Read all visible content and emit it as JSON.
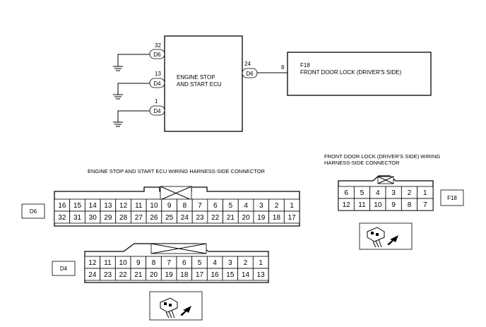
{
  "ecu": {
    "label_line1": "ENGINE STOP",
    "label_line2": "AND START ECU",
    "pins": [
      {
        "pin": "32",
        "connector": "D6"
      },
      {
        "pin": "13",
        "connector": "D4"
      },
      {
        "pin": "1",
        "connector": "D4"
      }
    ],
    "output_pin": "24",
    "output_connector": "D6"
  },
  "door_lock": {
    "code": "F18",
    "name": "FRONT DOOR LOCK (DRIVER'S SIDE)",
    "pin": "8"
  },
  "harness_ecu": {
    "title": "ENGINE STOP AND START ECU WIRING HARNESS-SIDE CONNECTOR"
  },
  "d6_connector": {
    "label": "D6",
    "top_row": [
      "16",
      "15",
      "14",
      "13",
      "12",
      "11",
      "10",
      "9",
      "8",
      "7",
      "6",
      "5",
      "4",
      "3",
      "2",
      "1"
    ],
    "bottom_row": [
      "32",
      "31",
      "30",
      "29",
      "28",
      "27",
      "26",
      "25",
      "24",
      "23",
      "22",
      "21",
      "20",
      "19",
      "18",
      "17"
    ]
  },
  "d4_connector": {
    "label": "D4",
    "top_row": [
      "12",
      "11",
      "10",
      "9",
      "8",
      "7",
      "6",
      "5",
      "4",
      "3",
      "2",
      "1"
    ],
    "bottom_row": [
      "24",
      "23",
      "22",
      "21",
      "20",
      "19",
      "18",
      "17",
      "16",
      "15",
      "14",
      "13"
    ]
  },
  "f18_connector": {
    "title_line1": "FRONT DOOR LOCK (DRIVER'S SIDE) WIRING",
    "title_line2": "HARNESS-SIDE CONNECTOR",
    "label": "F18",
    "top_row": [
      "6",
      "5",
      "4",
      "3",
      "2",
      "1"
    ],
    "bottom_row": [
      "12",
      "11",
      "10",
      "9",
      "8",
      "7"
    ]
  },
  "icons": [
    "ground-symbol-icon",
    "connector-view-arrow-icon"
  ]
}
